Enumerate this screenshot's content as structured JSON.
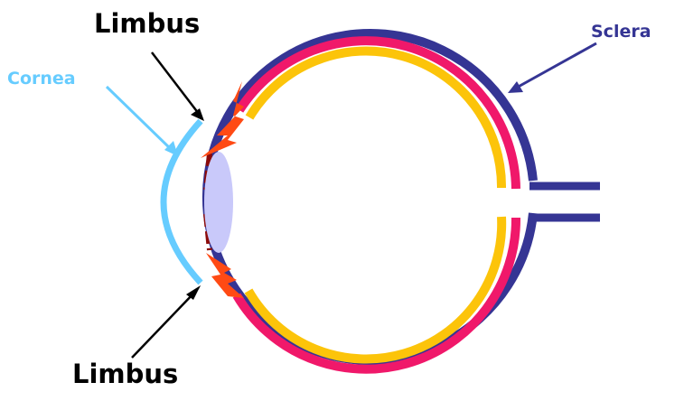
{
  "labels": {
    "limbus_top": "Limbus",
    "limbus_bottom": "Limbus",
    "cornea": "Cornea",
    "sclera": "Sclera"
  },
  "colors": {
    "sclera": "#353594",
    "choroid": "#f0186a",
    "retina": "#fcc40a",
    "cornea": "#66ccff",
    "iris": "#8b0a0a",
    "lens": "#c9c9fa",
    "ciliary_body": "#ff4a14",
    "cornea_label": "#66ccff",
    "sclera_label": "#353594",
    "limbus_label": "#000000"
  }
}
